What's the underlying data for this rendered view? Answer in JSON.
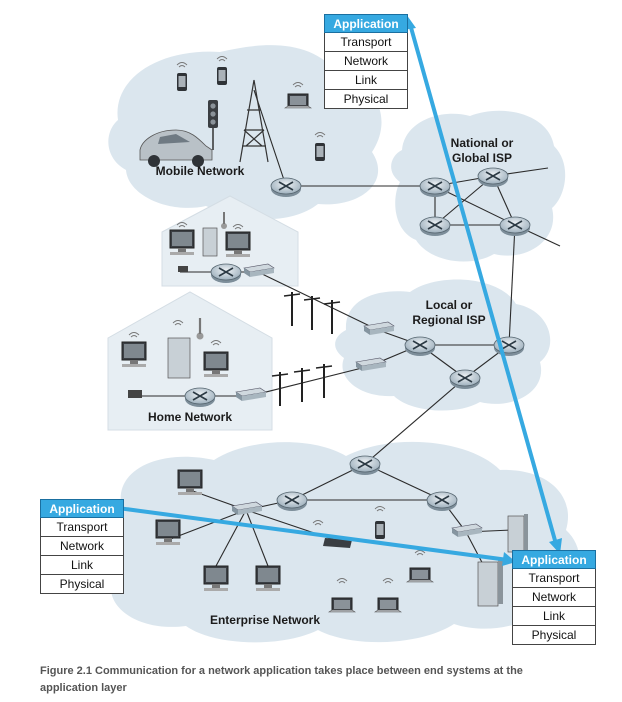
{
  "stacks": {
    "top": [
      "Application",
      "Transport",
      "Network",
      "Link",
      "Physical"
    ],
    "left": [
      "Application",
      "Transport",
      "Network",
      "Link",
      "Physical"
    ],
    "right": [
      "Application",
      "Transport",
      "Network",
      "Link",
      "Physical"
    ]
  },
  "regions": {
    "mobile": "Mobile Network",
    "national": "National or\nGlobal ISP",
    "local": "Local or\nRegional ISP",
    "home": "Home Network",
    "enterprise": "Enterprise Network"
  },
  "caption": "Figure 2.1 Communication for a network application takes place between end systems at the application layer",
  "colors": {
    "accent": "#36a9e1",
    "cloud": "#dbe6ee",
    "router": "#b9c7d2"
  }
}
